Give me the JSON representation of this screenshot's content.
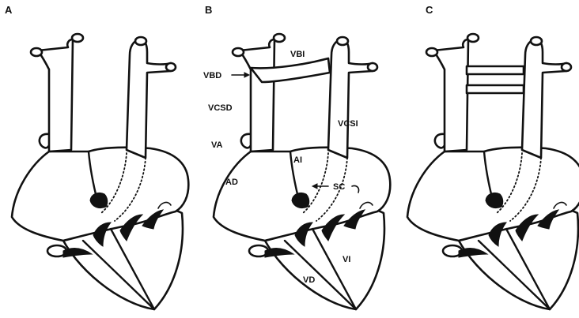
{
  "panels": [
    {
      "letter": "A"
    },
    {
      "letter": "B"
    },
    {
      "letter": "C"
    }
  ],
  "labels_b": {
    "vbi": "VBI",
    "vbd": "VBD",
    "vcsd": "VCSD",
    "vcsi": "VCSI",
    "va": "VA",
    "ai": "AI",
    "ad": "AD",
    "sc": "SC",
    "vi": "VI",
    "vd": "VD"
  },
  "colors": {
    "ink": "#111111",
    "background": "#ffffff"
  }
}
